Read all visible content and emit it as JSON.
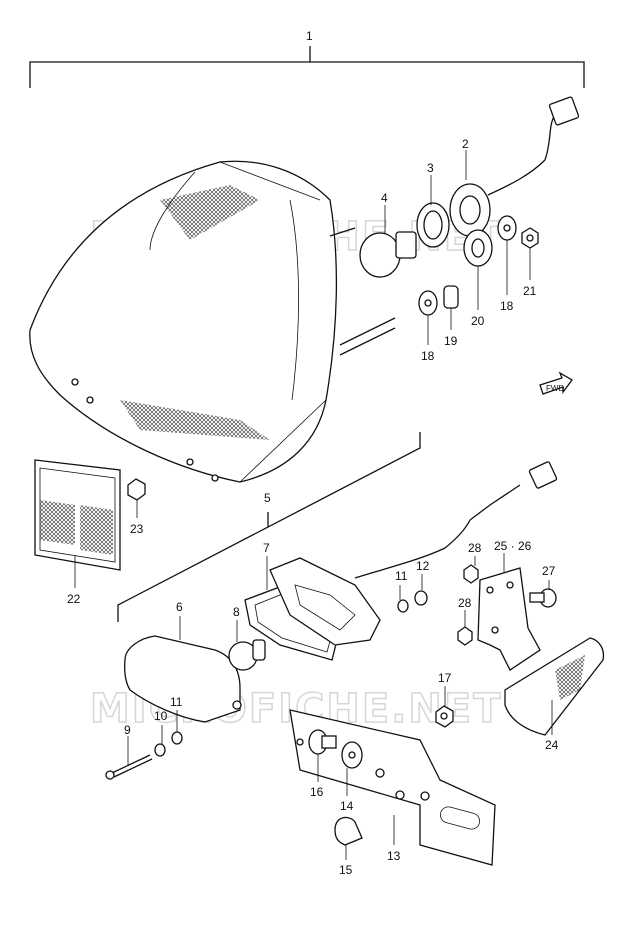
{
  "watermark": "MICROFICHE.NET",
  "fwd_label": "FWD",
  "callouts": [
    "1",
    "2",
    "3",
    "4",
    "18",
    "19",
    "20",
    "18",
    "21",
    "22",
    "23",
    "5",
    "6",
    "7",
    "8",
    "9",
    "10",
    "11",
    "11",
    "12",
    "13",
    "14",
    "15",
    "16",
    "17",
    "24",
    "25 · 26",
    "27",
    "28",
    "28"
  ]
}
